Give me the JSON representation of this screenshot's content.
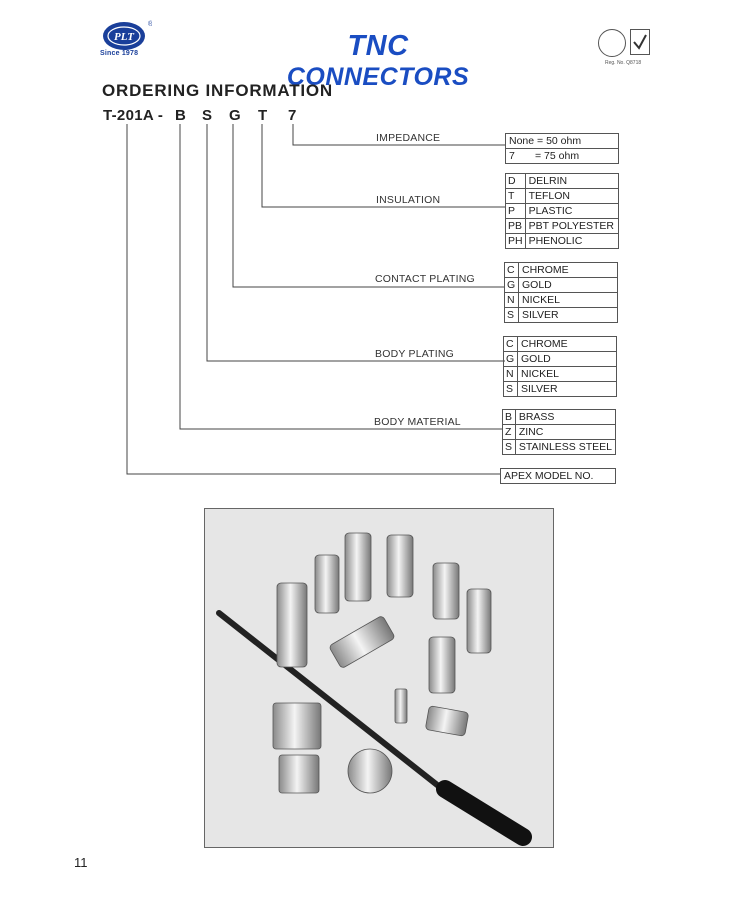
{
  "header": {
    "logo_text": "PLT",
    "logo_registered": "®",
    "since": "Since 1978",
    "title_part1": "TNC",
    "title_part2": "CONNECTORS",
    "reg_no": "Reg. No. Q8718"
  },
  "ordering": {
    "heading": "ORDERING INFORMATION",
    "model_base": "T-201A -",
    "code_letters": [
      "B",
      "S",
      "G",
      "T",
      "7"
    ]
  },
  "categories": {
    "impedance": {
      "label": "IMPEDANCE",
      "rows": [
        {
          "code": "None = 50 ohm",
          "text": ""
        },
        {
          "code": "7",
          "text": "= 75 ohm"
        }
      ]
    },
    "insulation": {
      "label": "INSULATION",
      "rows": [
        {
          "code": "D",
          "text": "DELRIN"
        },
        {
          "code": "T",
          "text": "TEFLON"
        },
        {
          "code": "P",
          "text": "PLASTIC"
        },
        {
          "code": "PB",
          "text": "PBT POLYESTER"
        },
        {
          "code": "PH",
          "text": "PHENOLIC"
        }
      ]
    },
    "contact_plating": {
      "label": "CONTACT PLATING",
      "rows": [
        {
          "code": "C",
          "text": "CHROME"
        },
        {
          "code": "G",
          "text": "GOLD"
        },
        {
          "code": "N",
          "text": "NICKEL"
        },
        {
          "code": "S",
          "text": "SILVER"
        }
      ]
    },
    "body_plating": {
      "label": "BODY PLATING",
      "rows": [
        {
          "code": "C",
          "text": "CHROME"
        },
        {
          "code": "G",
          "text": "GOLD"
        },
        {
          "code": "N",
          "text": "NICKEL"
        },
        {
          "code": "S",
          "text": "SILVER"
        }
      ]
    },
    "body_material": {
      "label": "BODY MATERIAL",
      "rows": [
        {
          "code": "B",
          "text": "BRASS"
        },
        {
          "code": "Z",
          "text": "ZINC"
        },
        {
          "code": "S",
          "text": "STAINLESS STEEL"
        }
      ]
    },
    "apex_model": {
      "label": "APEX MODEL NO."
    }
  },
  "page": {
    "number": "11"
  },
  "colors": {
    "title_blue": "#1a4dc2",
    "logo_blue": "#1a3f9a"
  }
}
